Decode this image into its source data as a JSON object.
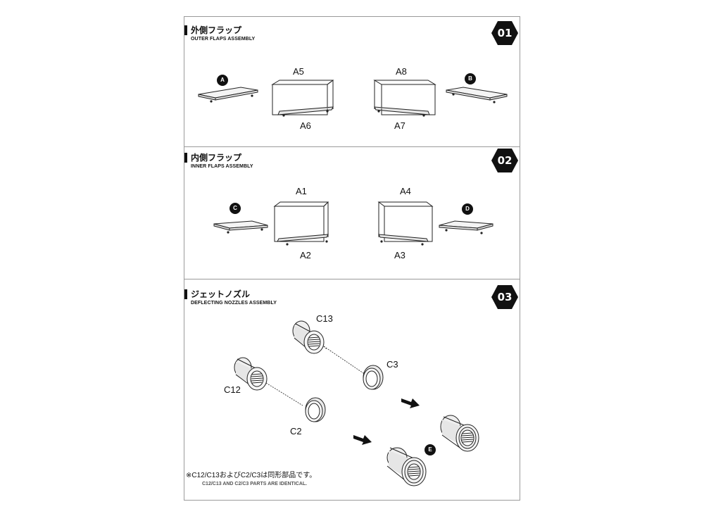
{
  "steps": [
    {
      "number": "01",
      "title_jp": "外側フラップ",
      "title_en": "OUTER FLAPS ASSEMBLY",
      "parts": {
        "left_flap": "A",
        "right_flap": "B",
        "left_box_top": "A5",
        "left_box_bottom": "A6",
        "right_box_top": "A8",
        "right_box_bottom": "A7"
      }
    },
    {
      "number": "02",
      "title_jp": "内側フラップ",
      "title_en": "INNER FLAPS ASSEMBLY",
      "parts": {
        "left_flap": "C",
        "right_flap": "D",
        "left_box_top": "A1",
        "left_box_bottom": "A2",
        "right_box_top": "A4",
        "right_box_bottom": "A3"
      }
    },
    {
      "number": "03",
      "title_jp": "ジェットノズル",
      "title_en": "DEFLECTING NOZZLES ASSEMBLY",
      "parts": {
        "nozzle_upper": "C13",
        "ring_upper": "C3",
        "nozzle_lower": "C12",
        "ring_lower": "C2",
        "assembled_marker": "E"
      },
      "note_jp": "※C12/C13およびC2/C3は同形部品です。",
      "note_en": "C12/C13 AND C2/C3 PARTS ARE IDENTICAL."
    }
  ],
  "colors": {
    "ink": "#111111",
    "frame": "#9a9a9a",
    "panel_fill": "#f2f2f2",
    "nozzle_fill": "#e6e6e6"
  }
}
